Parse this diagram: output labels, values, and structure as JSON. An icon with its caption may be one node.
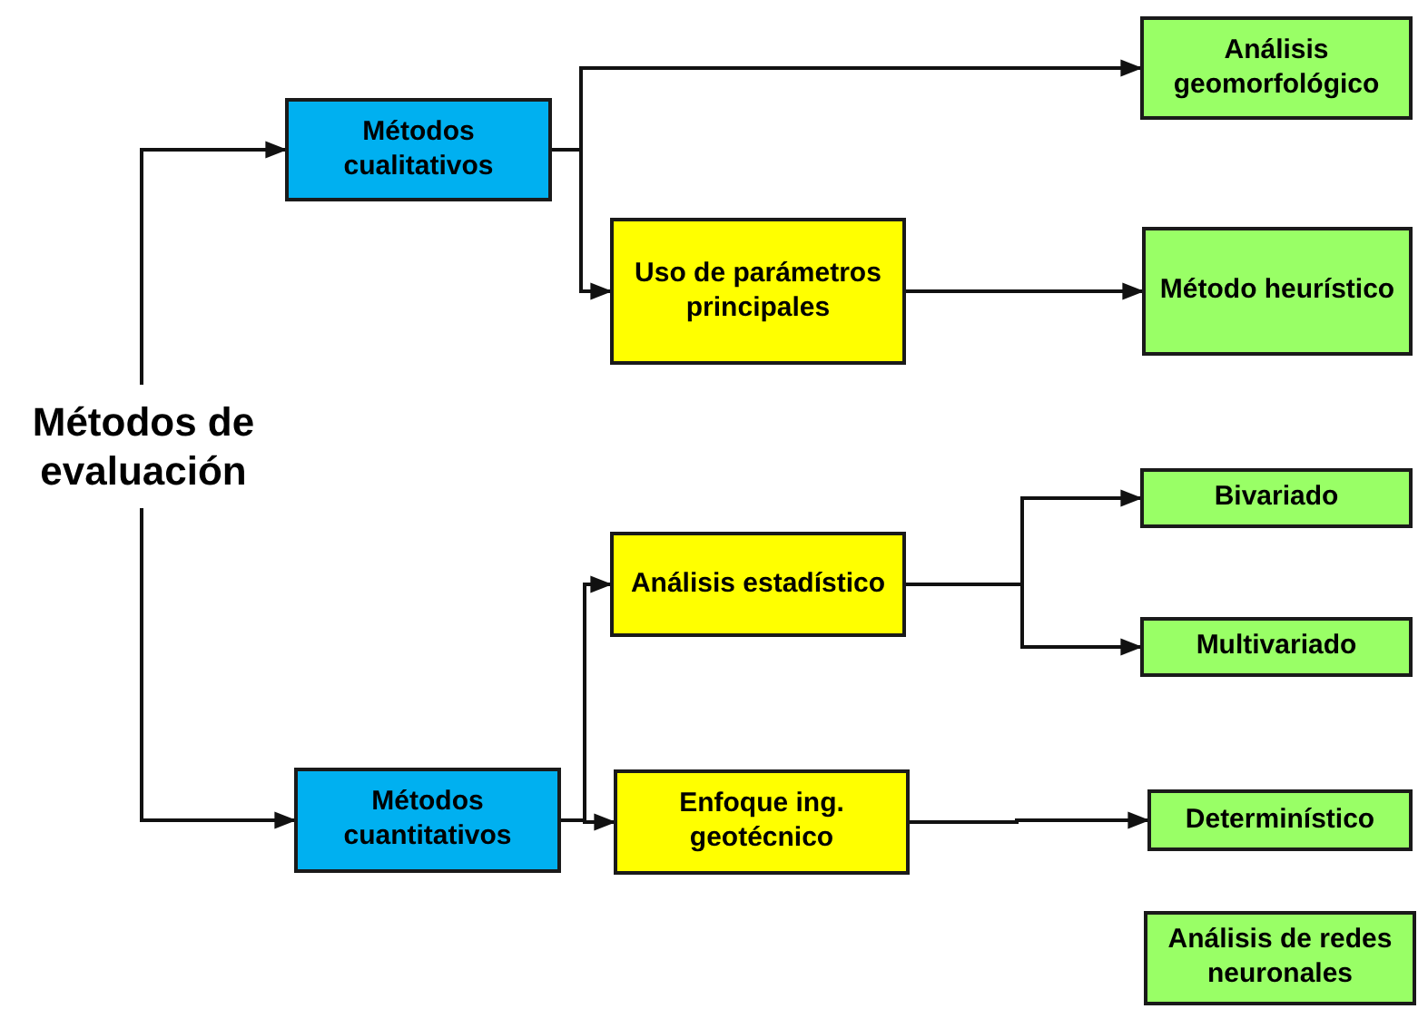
{
  "diagram": {
    "nodes": [
      {
        "text": [
          "Métodos de evaluación"
        ]
      },
      {
        "text": [
          "Métodos cualitativos"
        ]
      },
      {
        "text": [
          "Análisis geomorfológico"
        ]
      },
      {
        "text": [
          "Uso de parámetros principales"
        ]
      },
      {
        "text": [
          "Método heurístico"
        ]
      },
      {
        "text": [
          "Análisis estadístico"
        ]
      },
      {
        "text": [
          "Bivariado"
        ]
      },
      {
        "text": [
          "Multivariado"
        ]
      },
      {
        "text": [
          "Métodos cuantitativos"
        ]
      },
      {
        "text": [
          "Enfoque ing. geotécnico"
        ]
      },
      {
        "text": [
          "Determinístico"
        ]
      },
      {
        "text": [
          "Análisis de redes neuronales"
        ]
      }
    ],
    "edges": [
      {
        "from": 0,
        "to": 1,
        "arrow": "to"
      },
      {
        "from": 0,
        "to": 8,
        "arrow": "to"
      },
      {
        "from": 1,
        "to": 2,
        "arrow": "to"
      },
      {
        "from": 1,
        "to": 3,
        "arrow": "to"
      },
      {
        "from": 3,
        "to": 4,
        "arrow": "to"
      },
      {
        "from": 8,
        "to": 5,
        "arrow": "to"
      },
      {
        "from": 8,
        "to": 9,
        "arrow": "to"
      },
      {
        "from": 5,
        "to": 6,
        "arrow": "to"
      },
      {
        "from": 5,
        "to": 7,
        "arrow": "to"
      },
      {
        "from": 9,
        "to": 10,
        "arrow": "to"
      }
    ]
  }
}
